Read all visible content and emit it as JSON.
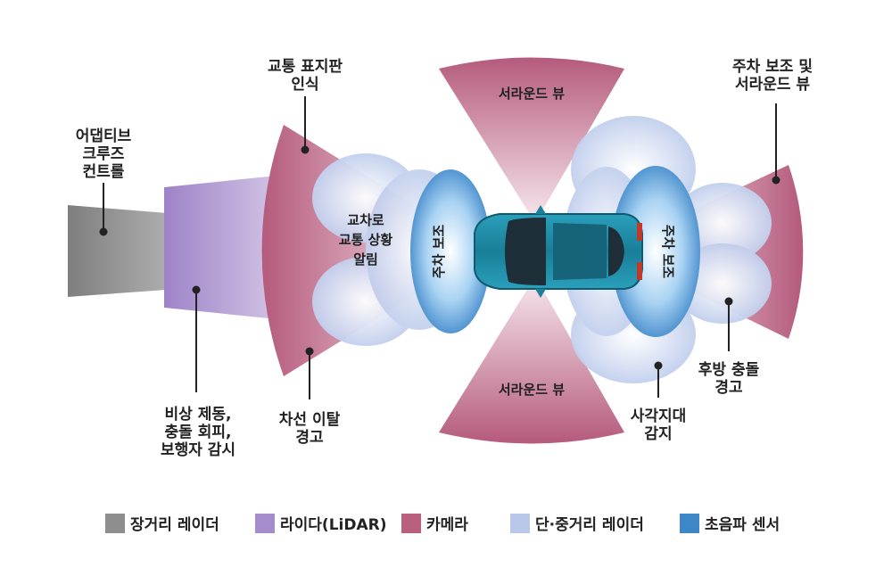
{
  "labels": {
    "adaptive_cruise": [
      "어댑티브",
      "크루즈",
      "컨트롤"
    ],
    "traffic_sign": [
      "교통 표지판",
      "인식"
    ],
    "cross_traffic": [
      "교차로",
      "교통 상황",
      "알림"
    ],
    "park_assist_front": "주차 보조",
    "park_assist_rear": "주차 보조",
    "surround_top": "서라운드 뷰",
    "surround_bottom": "서라운드 뷰",
    "park_surround": [
      "주차 보조 및",
      "서라운드 뷰"
    ],
    "emergency_brake": [
      "비상 제동,",
      "충돌 회피,",
      "보행자 감시"
    ],
    "lane_departure": [
      "차선 이탈",
      "경고"
    ],
    "blind_spot": [
      "사각지대",
      "감지"
    ],
    "rear_collision": [
      "후방 충돌",
      "경고"
    ]
  },
  "legend": [
    {
      "label": "장거리 레이더",
      "color": "#8e8e8e",
      "icon": "long-range-radar-swatch"
    },
    {
      "label": "라이다(LiDAR)",
      "color": "#a58dcc",
      "icon": "lidar-swatch"
    },
    {
      "label": "카메라",
      "color": "#b9607f",
      "icon": "camera-swatch"
    },
    {
      "label": "단·중거리 레이더",
      "color": "#b9c8ea",
      "icon": "short-mid-radar-swatch"
    },
    {
      "label": "초음파 센서",
      "color": "#3d86c8",
      "icon": "ultrasonic-sensor-swatch"
    }
  ],
  "colors": {
    "long_range_radar": "#8e8e8e",
    "lidar": "#a58dcc",
    "camera": "#b9607f",
    "short_mid_radar": "#b9c8ea",
    "ultrasonic": "#3d86c8",
    "car_body": "#1f8aa5"
  }
}
